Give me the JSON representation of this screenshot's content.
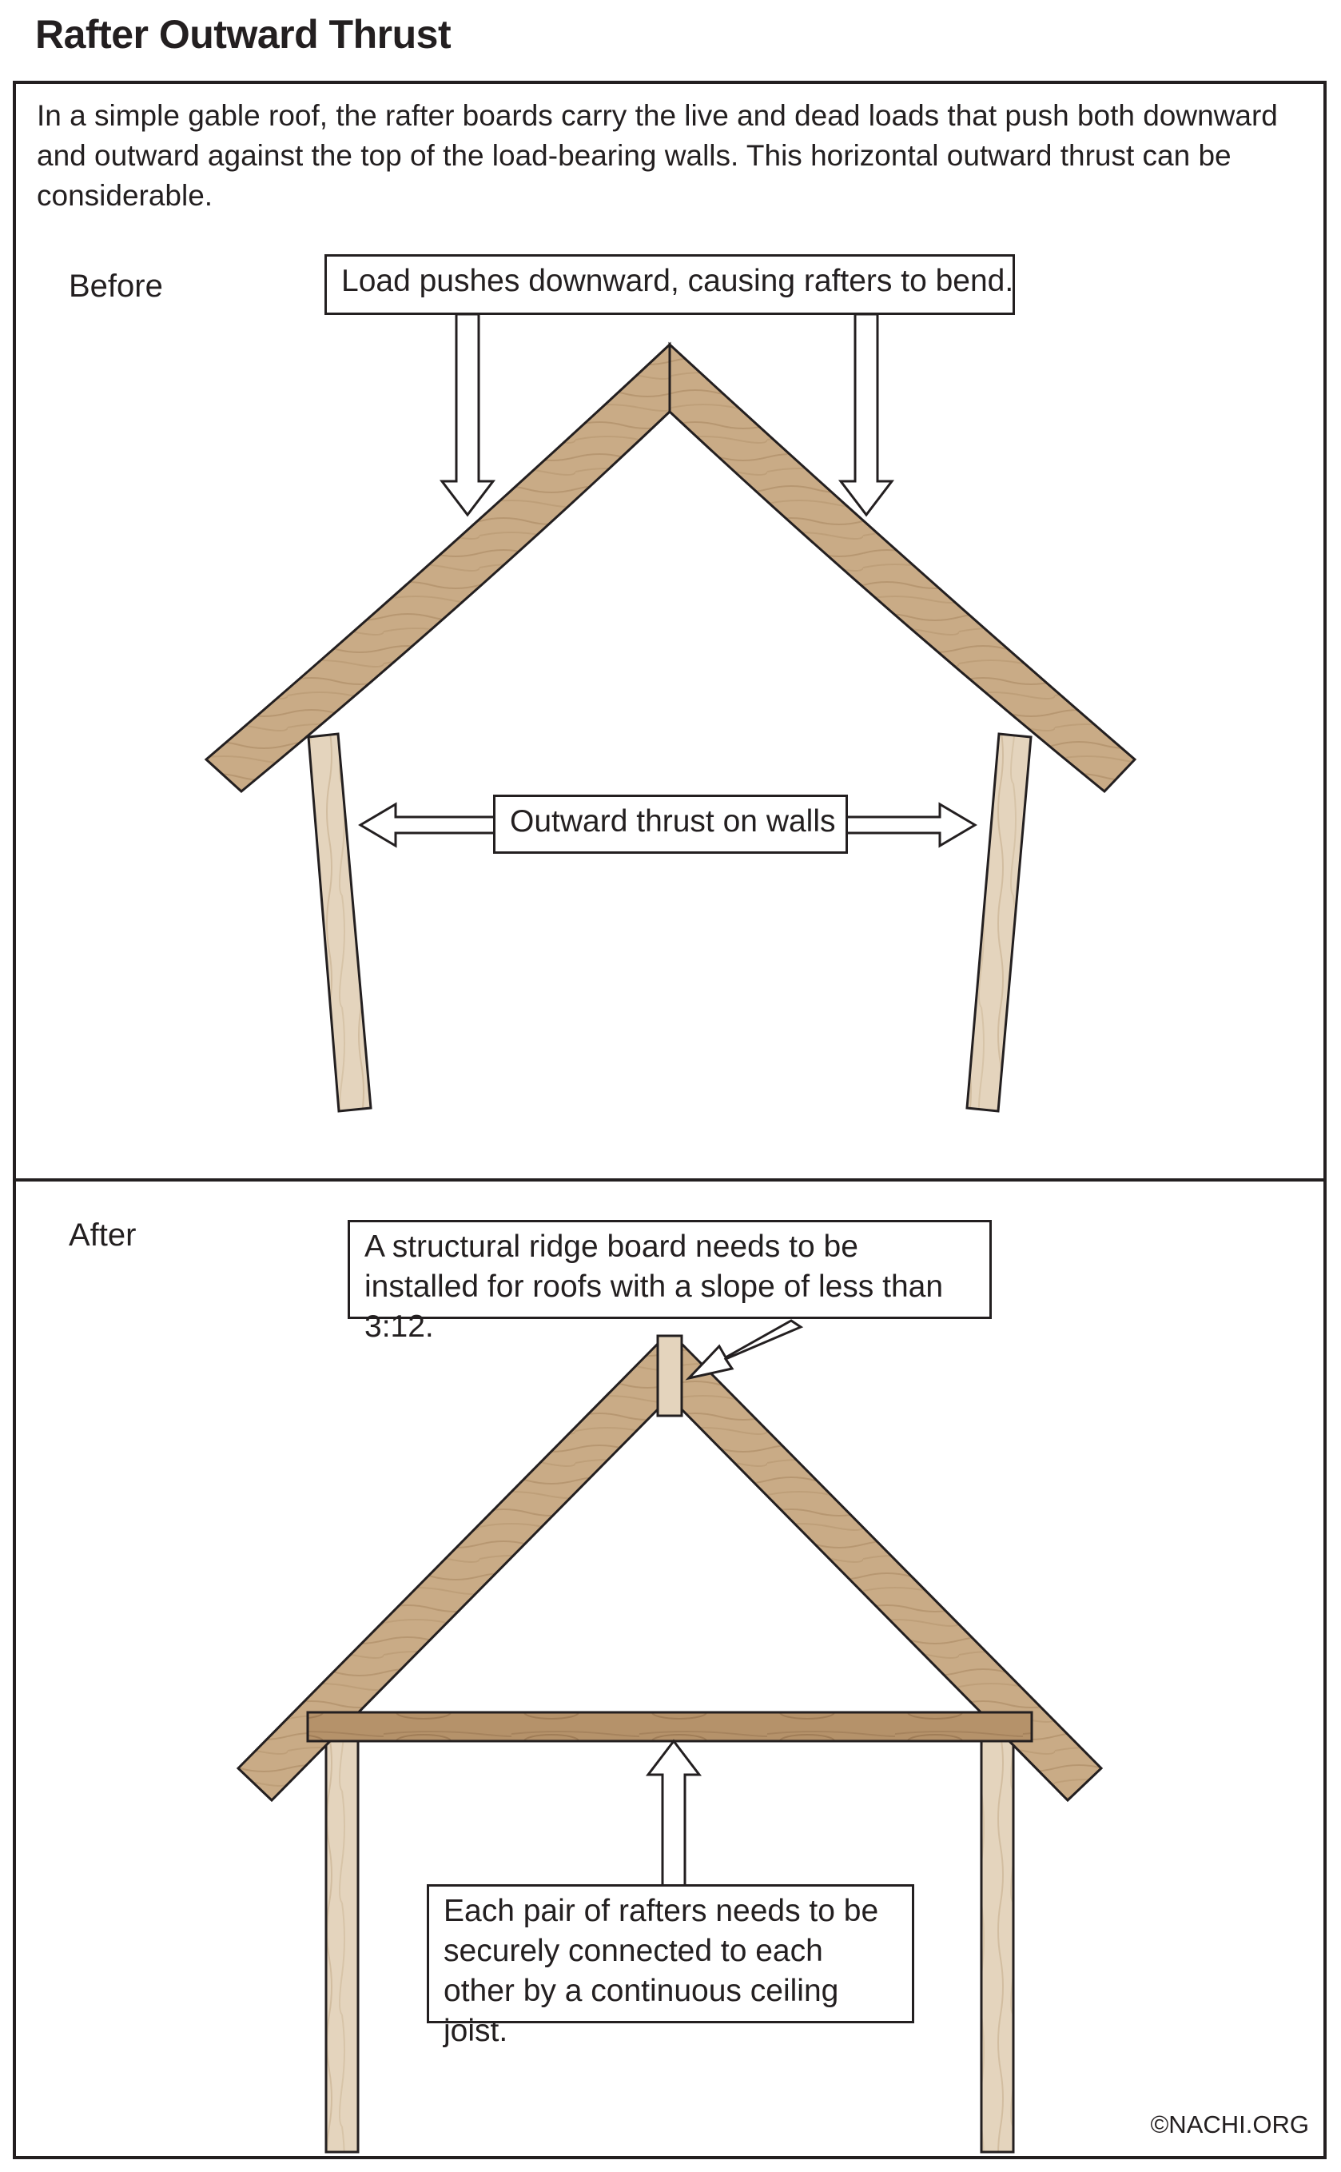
{
  "title": "Rafter Outward Thrust",
  "intro": "In a simple gable roof, the rafter boards carry the live and dead loads that push both downward and outward against the top of the load-bearing walls. This horizontal outward thrust can be considerable.",
  "before": {
    "label": "Before",
    "callout_load": "Load pushes downward, causing rafters to bend.",
    "callout_thrust": "Outward thrust on walls"
  },
  "after": {
    "label": "After",
    "callout_ridge": "A structural ridge board needs to be installed for roofs with a slope of less than 3:12.",
    "callout_joist": "Each pair of rafters needs to be securely connected to each other by a continuous ceiling joist."
  },
  "copyright": "©NACHI.ORG",
  "colors": {
    "rafter_wood": "#c9ab86",
    "wall_wood": "#e4d4bd",
    "joist_wood": "#b5926a",
    "outline": "#231f20"
  }
}
